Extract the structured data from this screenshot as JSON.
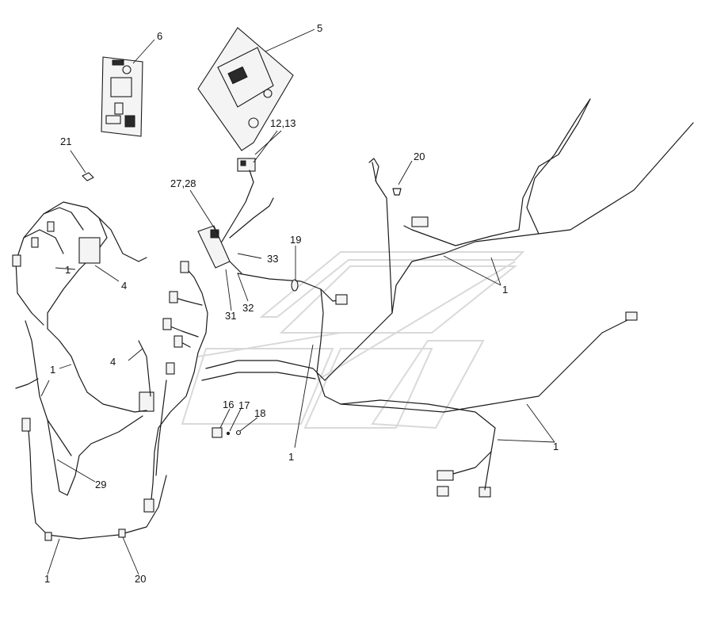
{
  "callouts": [
    {
      "id": "c1",
      "text": "6"
    },
    {
      "id": "c2",
      "text": "5"
    },
    {
      "id": "c3",
      "text": "12,13"
    },
    {
      "id": "c4",
      "text": "21"
    },
    {
      "id": "c5",
      "text": "20"
    },
    {
      "id": "c6",
      "text": "27,28"
    },
    {
      "id": "c7",
      "text": "19"
    },
    {
      "id": "c8",
      "text": "33"
    },
    {
      "id": "c9",
      "text": "1"
    },
    {
      "id": "c10",
      "text": "4"
    },
    {
      "id": "c11",
      "text": "1"
    },
    {
      "id": "c12",
      "text": "32"
    },
    {
      "id": "c13",
      "text": "31"
    },
    {
      "id": "c14",
      "text": "4"
    },
    {
      "id": "c15",
      "text": "1"
    },
    {
      "id": "c16",
      "text": "16"
    },
    {
      "id": "c17",
      "text": "17"
    },
    {
      "id": "c18",
      "text": "18"
    },
    {
      "id": "c19",
      "text": "1"
    },
    {
      "id": "c20",
      "text": "1"
    },
    {
      "id": "c21",
      "text": "29"
    },
    {
      "id": "c22",
      "text": "1"
    },
    {
      "id": "c23",
      "text": "20"
    }
  ]
}
